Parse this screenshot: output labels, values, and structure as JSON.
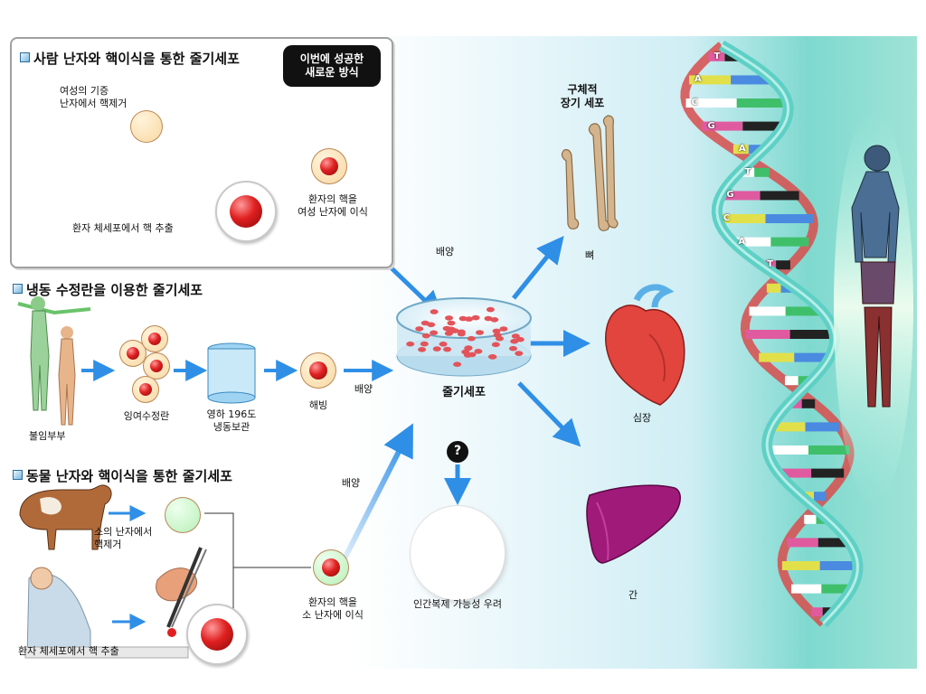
{
  "section1": {
    "title": "사람 난자와 핵이식을 통한 줄기세포",
    "badge_line1": "이번에 성공한",
    "badge_line2": "새로운 방식",
    "remove_nucleus_1": "여성의 기증",
    "remove_nucleus_2": "난자에서 핵제거",
    "extract": "환자 체세포에서 핵 추출",
    "transfer_1": "환자의 핵을",
    "transfer_2": "여성 난자에 이식"
  },
  "section2": {
    "title": "냉동 수정란을 이용한 줄기세포",
    "couple": "불임부부",
    "surplus": "잉여수정란",
    "frozen_1": "영하 196도",
    "frozen_2": "냉동보관",
    "thaw": "해빙",
    "culture": "배양"
  },
  "section3": {
    "title": "동물 난자와 핵이식을 통한 줄기세포",
    "cow_1": "소의 난자에서",
    "cow_2": "핵제거",
    "extract": "환자 체세포에서 핵 추출",
    "transfer_1": "환자의 핵을",
    "transfer_2": "소 난자에 이식",
    "culture": "배양"
  },
  "center": {
    "culture_top": "배양",
    "stem_cell": "줄기세포",
    "question_mark": "?",
    "cloning": "인간복제 가능성 우려"
  },
  "organs": {
    "specific_1": "구체적",
    "specific_2": "장기 세포",
    "bone": "뼈",
    "heart": "심장",
    "liver": "간"
  },
  "dna_letters": [
    "T",
    "A",
    "C",
    "G",
    "A",
    "T",
    "G",
    "C",
    "A",
    "T"
  ],
  "colors": {
    "arrow": "#2f8fe6",
    "nucleus": "#e02020",
    "egg_human": "#fde4b8",
    "egg_cow": "#c6f5c6",
    "dna_teal": "#5ed0c6",
    "dna_red": "#d94c4c",
    "bone": "#c9a57a",
    "heart": "#e2453e",
    "liver": "#a01a7a"
  }
}
